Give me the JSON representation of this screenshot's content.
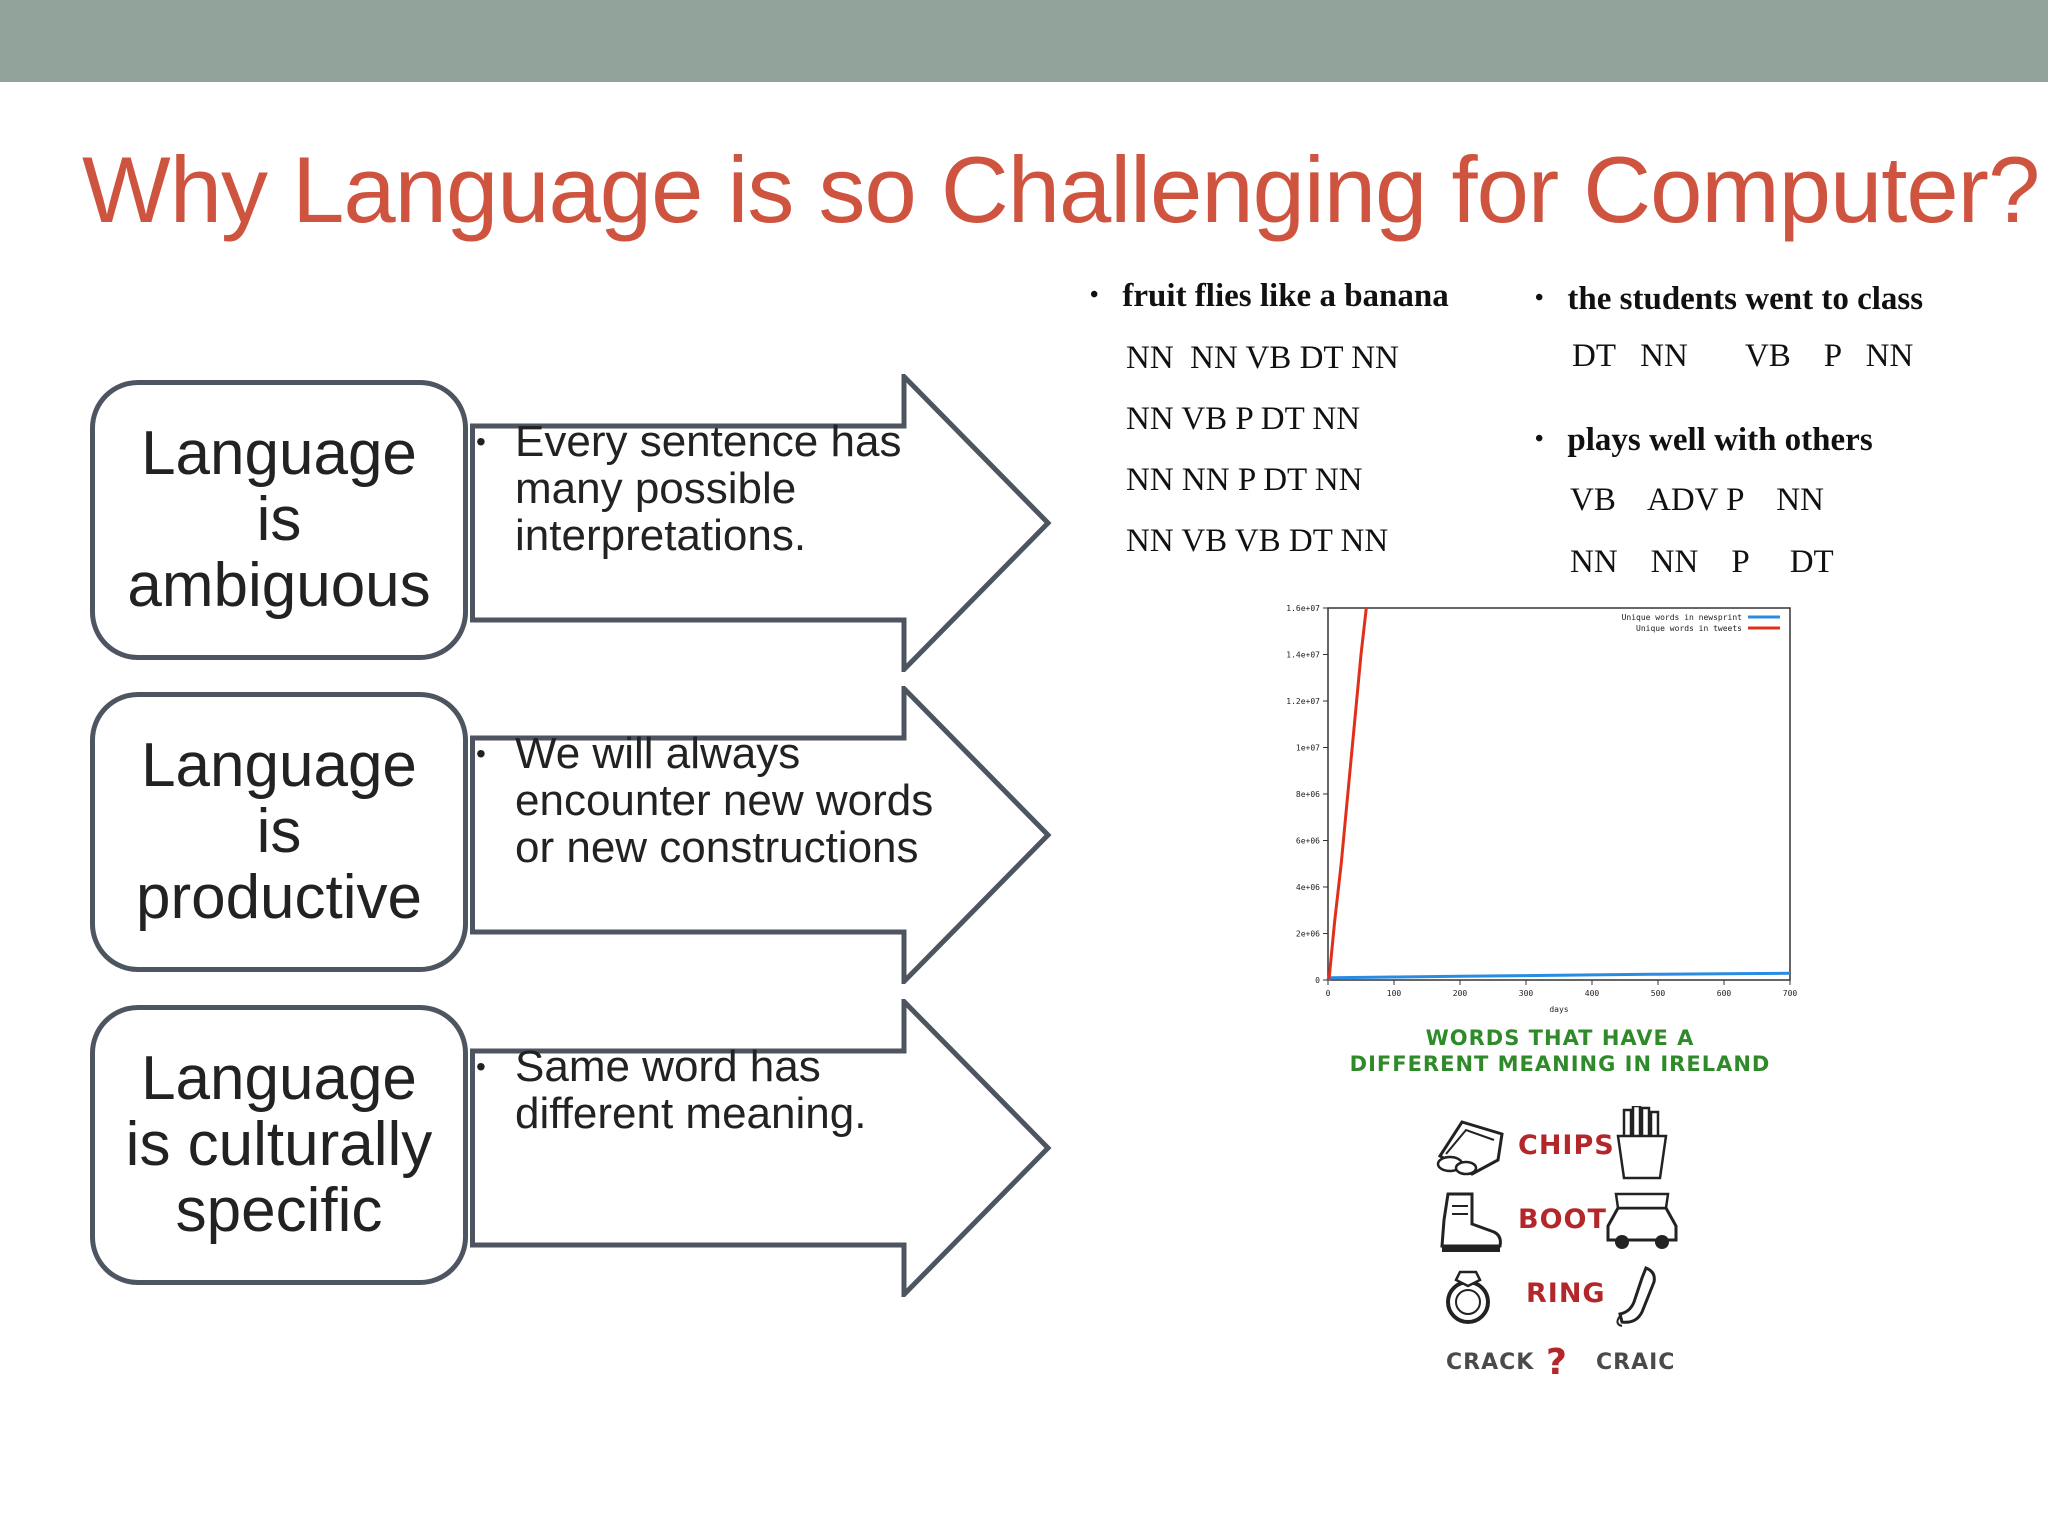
{
  "slide": {
    "title": "Why Language is so Challenging for Computer?"
  },
  "rows": [
    {
      "box": "Language\nis\nambiguous",
      "bullet": "Every sentence has many possible interpretations."
    },
    {
      "box": "Language\nis\nproductive",
      "bullet": "We will always encounter new words or new constructions"
    },
    {
      "box": "Language\nis culturally\nspecific",
      "bullet": "Same word has different meaning."
    }
  ],
  "pos_examples": {
    "left": {
      "sentence": "fruit flies like a banana",
      "tags": [
        "NN  NN VB DT NN",
        "NN VB P DT NN",
        "NN NN P DT NN",
        "NN VB VB DT NN"
      ]
    },
    "right": [
      {
        "sentence": "the students went to class",
        "tags": [
          "DT   NN       VB    P   NN"
        ]
      },
      {
        "sentence": "plays well with others",
        "tags": [
          "VB    ADV P    NN",
          "NN    NN    P     DT"
        ]
      }
    ]
  },
  "chart_data": {
    "type": "line",
    "xlabel": "days",
    "ylabel": "",
    "xlim": [
      0,
      700
    ],
    "ylim": [
      0,
      16000000
    ],
    "x_ticks": [
      "0",
      "100",
      "200",
      "300",
      "400",
      "500",
      "600",
      "700"
    ],
    "y_ticks": [
      "0",
      "2e+06",
      "4e+06",
      "6e+06",
      "8e+06",
      "1e+07",
      "1.2e+07",
      "1.4e+07",
      "1.6e+07"
    ],
    "y_tick_values": [
      0,
      2000000,
      4000000,
      6000000,
      8000000,
      10000000,
      12000000,
      14000000,
      16000000
    ],
    "x_tick_values": [
      0,
      100,
      200,
      300,
      400,
      500,
      600,
      700
    ],
    "legend": "top-right",
    "grid": false,
    "series": [
      {
        "name": "Unique words in newsprint",
        "color": "#2b8be0",
        "x": [
          0,
          5,
          100,
          200,
          300,
          400,
          500,
          600,
          700
        ],
        "y": [
          0,
          100000,
          130000,
          160000,
          190000,
          220000,
          250000,
          270000,
          290000
        ]
      },
      {
        "name": "Unique words in tweets",
        "color": "#e0301c",
        "x": [
          0,
          2,
          10,
          20,
          30,
          40,
          50,
          58
        ],
        "y": [
          0,
          150000,
          2500000,
          5000000,
          8000000,
          11000000,
          14000000,
          16000000
        ]
      }
    ]
  },
  "ireland": {
    "heading_line1": "WORDS THAT HAVE A",
    "heading_line2": "DIFFERENT MEANING IN IRELAND",
    "words": [
      "CHIPS",
      "BOOT",
      "RING"
    ],
    "crack": "CRACK",
    "question": "?",
    "craic": "CRAIC",
    "icons": [
      "crisps-bag-icon",
      "fries-icon",
      "boot-icon",
      "car-trunk-icon",
      "ring-icon",
      "telephone-icon"
    ]
  },
  "colors": {
    "title": "#cf543f",
    "top_bar": "#91a39a",
    "outline": "#4d5560",
    "green": "#2f8a2a",
    "red": "#b3262a"
  }
}
